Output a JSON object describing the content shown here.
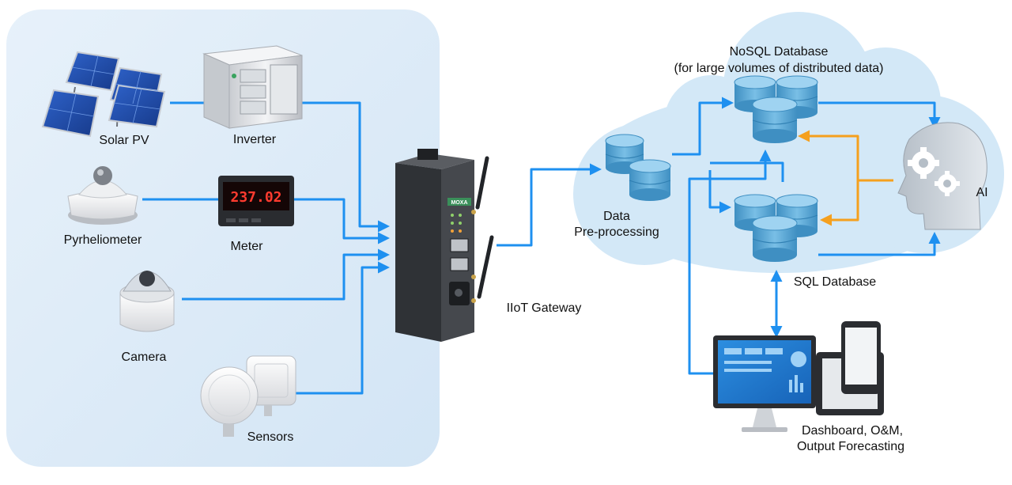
{
  "labels": {
    "solar_pv": "Solar PV",
    "inverter": "Inverter",
    "pyrheliometer": "Pyrheliometer",
    "meter": "Meter",
    "camera": "Camera",
    "sensors": "Sensors",
    "iiot_gateway": "IIoT Gateway",
    "data_preprocessing_line1": "Data",
    "data_preprocessing_line2": "Pre-processing",
    "nosql_line1": "NoSQL Database",
    "nosql_line2": "(for large volumes of distributed data)",
    "sql_database": "SQL Database",
    "ai": "AI",
    "dashboard_line1": "Dashboard, O&M,",
    "dashboard_line2": "Output Forecasting"
  },
  "meter_reading": "237.02",
  "gateway_brand": "MOXA",
  "colors": {
    "panel_bg": "#dcebf8",
    "cloud_bg": "#d3e8f7",
    "data_flow": "#1e90f0",
    "ai_feedback": "#f5a01e",
    "database": "#5aa5d2"
  }
}
